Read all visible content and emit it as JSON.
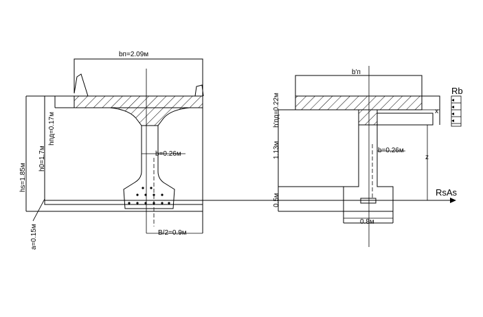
{
  "left_section": {
    "label_bp": "bп=2.09м",
    "label_hs": "hs=1.85м",
    "label_h0": "h0=1.7м",
    "label_hpd": "hпд=0.17м",
    "label_b": "b=0.26м",
    "label_a": "a=0.15м",
    "label_half_width": "B/2=0.9м"
  },
  "right_section": {
    "label_bprime": "b'п",
    "label_hprime": "h'пд=0.22м",
    "label_113": "1.13м",
    "label_05": "0.5м",
    "label_b": "b=0.26м",
    "label_08": "0.8м",
    "label_x": "x",
    "label_z": "z",
    "label_rb": "Rb",
    "label_rsas": "RsAs"
  },
  "colors": {
    "line": "#000000",
    "background": "#ffffff"
  }
}
